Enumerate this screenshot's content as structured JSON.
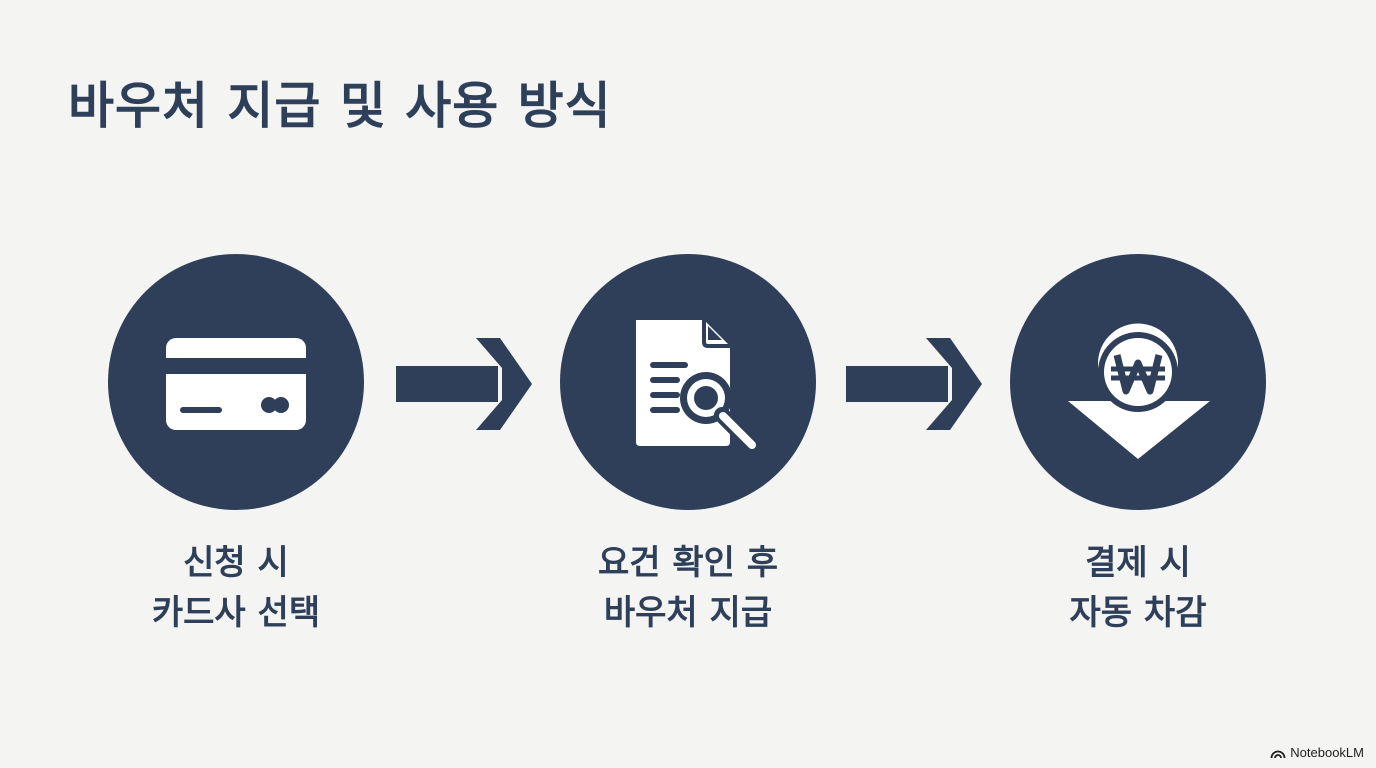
{
  "title": "바우처 지급 및 사용 방식",
  "steps": [
    {
      "icon": "credit-card-icon",
      "caption": [
        "신청 시",
        "카드사 선택"
      ]
    },
    {
      "icon": "document-search-icon",
      "caption": [
        "요건 확인 후",
        "바우처 지급"
      ]
    },
    {
      "icon": "won-deduction-icon",
      "caption": [
        "결제 시",
        "자동 차감"
      ]
    }
  ],
  "arrows": [
    "right-arrow-icon",
    "right-arrow-icon"
  ],
  "colors": {
    "primary": "#2f3f5a",
    "background": "#f4f4f3",
    "icon_fill": "#ffffff"
  },
  "brand": "NotebookLM"
}
